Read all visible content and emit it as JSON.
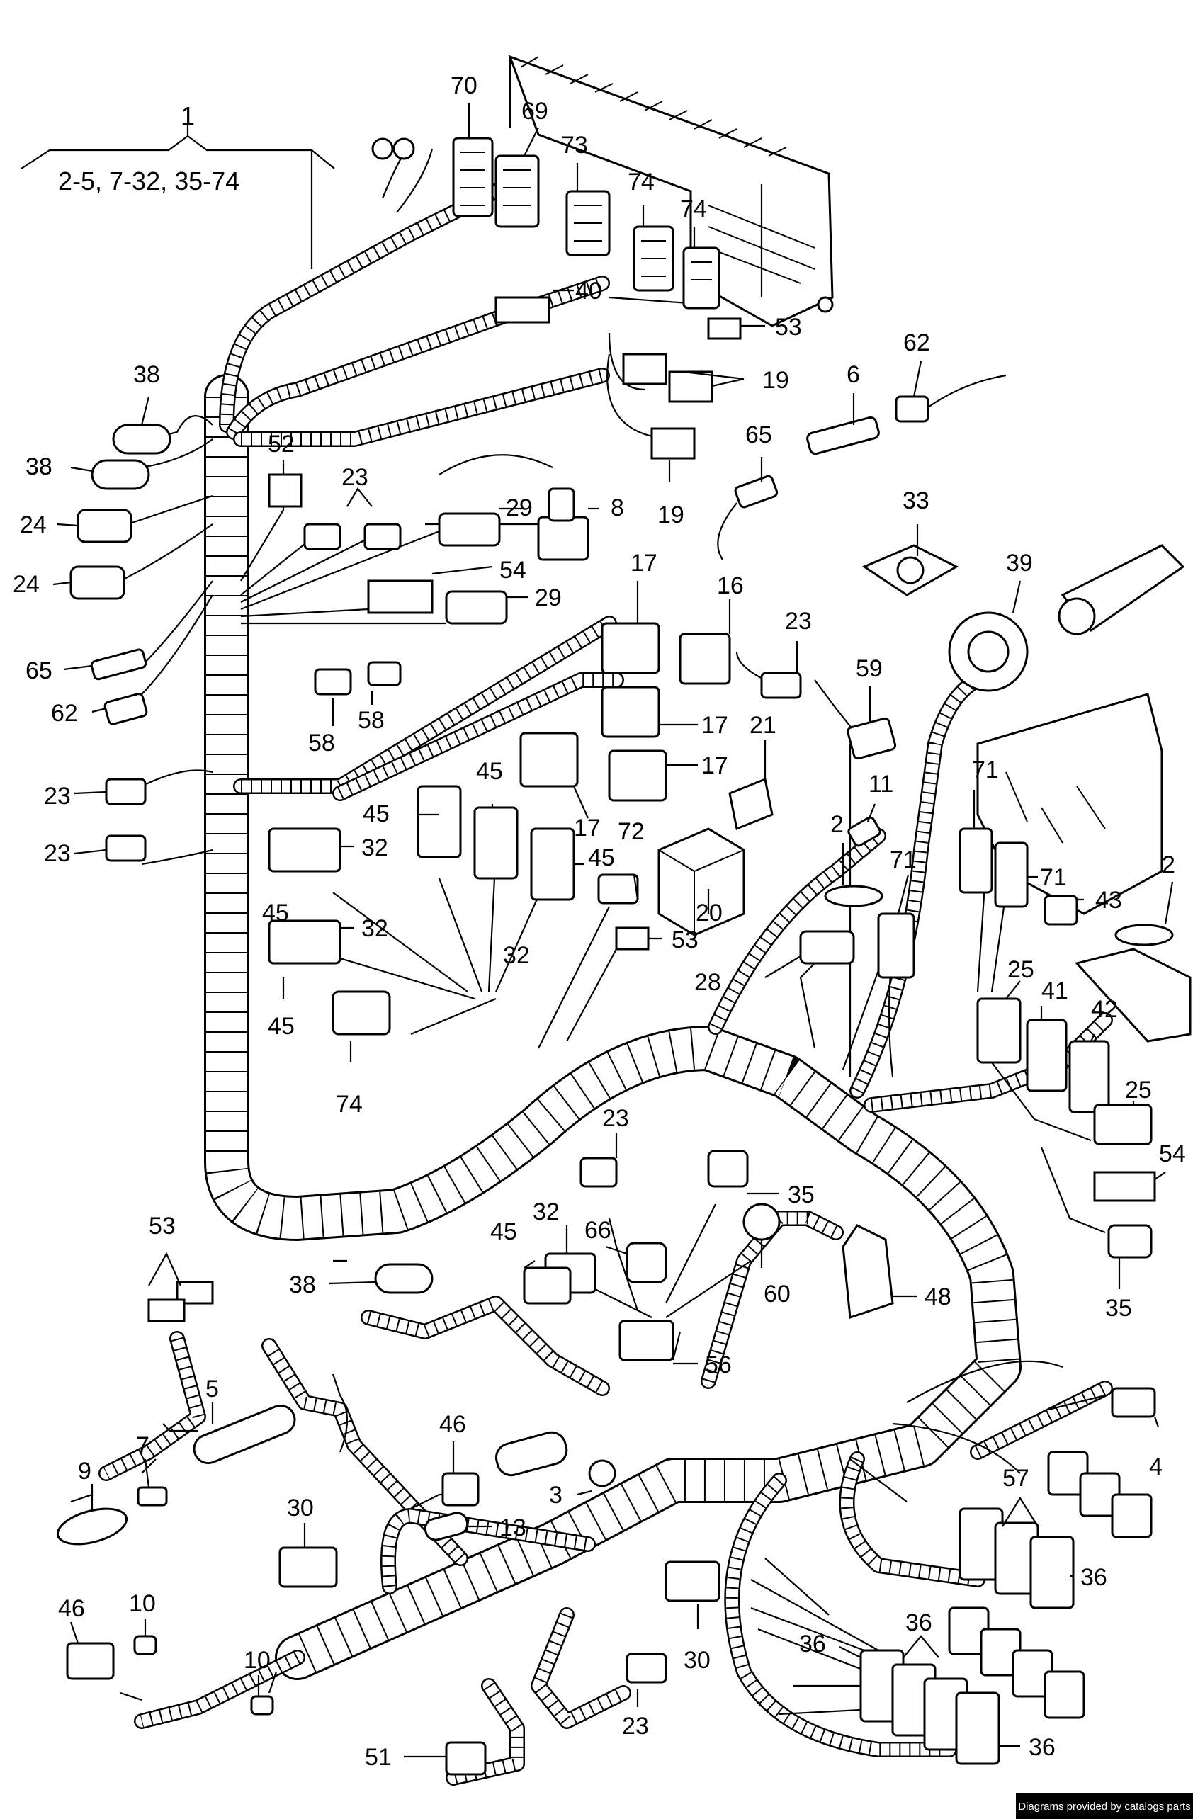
{
  "header": {
    "main_part": "1",
    "range_text": "2-5, 7-32, 35-74"
  },
  "callouts": [
    {
      "id": "c70",
      "text": "70"
    },
    {
      "id": "c69",
      "text": "69"
    },
    {
      "id": "c73",
      "text": "73"
    },
    {
      "id": "c74a",
      "text": "74"
    },
    {
      "id": "c74b",
      "text": "74"
    },
    {
      "id": "c40",
      "text": "40"
    },
    {
      "id": "c53a",
      "text": "53"
    },
    {
      "id": "c19a",
      "text": "19"
    },
    {
      "id": "c19b",
      "text": "19"
    },
    {
      "id": "c62a",
      "text": "62"
    },
    {
      "id": "c6",
      "text": "6"
    },
    {
      "id": "c65a",
      "text": "65"
    },
    {
      "id": "c38a",
      "text": "38"
    },
    {
      "id": "c38b",
      "text": "38"
    },
    {
      "id": "c52",
      "text": "52"
    },
    {
      "id": "c23a",
      "text": "23"
    },
    {
      "id": "c29a",
      "text": "29"
    },
    {
      "id": "c8",
      "text": "8"
    },
    {
      "id": "c24a",
      "text": "24"
    },
    {
      "id": "c24b",
      "text": "24"
    },
    {
      "id": "c54a",
      "text": "54"
    },
    {
      "id": "c29b",
      "text": "29"
    },
    {
      "id": "c33",
      "text": "33"
    },
    {
      "id": "c17a",
      "text": "17"
    },
    {
      "id": "c16",
      "text": "16"
    },
    {
      "id": "c39",
      "text": "39"
    },
    {
      "id": "c65b",
      "text": "65"
    },
    {
      "id": "c62b",
      "text": "62"
    },
    {
      "id": "c23b",
      "text": "23"
    },
    {
      "id": "c59",
      "text": "59"
    },
    {
      "id": "c58a",
      "text": "58"
    },
    {
      "id": "c58b",
      "text": "58"
    },
    {
      "id": "c21",
      "text": "21"
    },
    {
      "id": "c17b",
      "text": "17"
    },
    {
      "id": "c17c",
      "text": "17"
    },
    {
      "id": "c11",
      "text": "11"
    },
    {
      "id": "c23c",
      "text": "23"
    },
    {
      "id": "c45a",
      "text": "45"
    },
    {
      "id": "c45b",
      "text": "45"
    },
    {
      "id": "c71a",
      "text": "71"
    },
    {
      "id": "c17d",
      "text": "17"
    },
    {
      "id": "c72",
      "text": "72"
    },
    {
      "id": "c2a",
      "text": "2"
    },
    {
      "id": "c23d",
      "text": "23"
    },
    {
      "id": "c32a",
      "text": "32"
    },
    {
      "id": "c45c",
      "text": "45"
    },
    {
      "id": "c71b",
      "text": "71"
    },
    {
      "id": "c71c",
      "text": "71"
    },
    {
      "id": "c2b",
      "text": "2"
    },
    {
      "id": "c20",
      "text": "20"
    },
    {
      "id": "c43",
      "text": "43"
    },
    {
      "id": "c45d",
      "text": "45"
    },
    {
      "id": "c32b",
      "text": "32"
    },
    {
      "id": "c53b",
      "text": "53"
    },
    {
      "id": "c32c",
      "text": "32"
    },
    {
      "id": "c28",
      "text": "28"
    },
    {
      "id": "c25a",
      "text": "25"
    },
    {
      "id": "c41",
      "text": "41"
    },
    {
      "id": "c42",
      "text": "42"
    },
    {
      "id": "c45e",
      "text": "45"
    },
    {
      "id": "c74c",
      "text": "74"
    },
    {
      "id": "c25b",
      "text": "25"
    },
    {
      "id": "c23e",
      "text": "23"
    },
    {
      "id": "c54b",
      "text": "54"
    },
    {
      "id": "c35a",
      "text": "35"
    },
    {
      "id": "c53c",
      "text": "53"
    },
    {
      "id": "c32d",
      "text": "32"
    },
    {
      "id": "c66",
      "text": "66"
    },
    {
      "id": "c45f",
      "text": "45"
    },
    {
      "id": "c38c",
      "text": "38"
    },
    {
      "id": "c60",
      "text": "60"
    },
    {
      "id": "c48",
      "text": "48"
    },
    {
      "id": "c35b",
      "text": "35"
    },
    {
      "id": "c56",
      "text": "56"
    },
    {
      "id": "c5",
      "text": "5"
    },
    {
      "id": "c46a",
      "text": "46"
    },
    {
      "id": "c4",
      "text": "4"
    },
    {
      "id": "c7",
      "text": "7"
    },
    {
      "id": "c9",
      "text": "9"
    },
    {
      "id": "c3",
      "text": "3"
    },
    {
      "id": "c57",
      "text": "57"
    },
    {
      "id": "c30a",
      "text": "30"
    },
    {
      "id": "c13",
      "text": "13"
    },
    {
      "id": "c36a",
      "text": "36"
    },
    {
      "id": "c10a",
      "text": "10"
    },
    {
      "id": "c46b",
      "text": "46"
    },
    {
      "id": "c36b",
      "text": "36"
    },
    {
      "id": "c36c",
      "text": "36"
    },
    {
      "id": "c10b",
      "text": "10"
    },
    {
      "id": "c30b",
      "text": "30"
    },
    {
      "id": "c36d",
      "text": "36"
    },
    {
      "id": "c23f",
      "text": "23"
    },
    {
      "id": "c51",
      "text": "51"
    }
  ],
  "credit": "Diagrams provided by catalogs parts"
}
